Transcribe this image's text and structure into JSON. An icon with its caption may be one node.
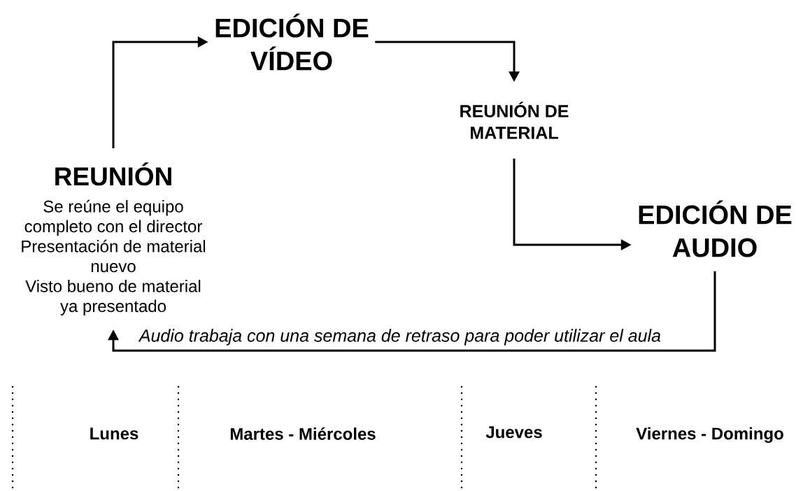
{
  "diagram": {
    "nodes": [
      {
        "text": [
          "REUNIÓN",
          "Se reúne el equipo completo con el director",
          "Presentación de material nuevo",
          "Visto bueno de material ya presentado"
        ]
      },
      {
        "text": [
          "EDICIÓN DE VÍDEO"
        ]
      },
      {
        "text": [
          "REUNIÓN DE MATERIAL"
        ]
      },
      {
        "text": [
          "EDICIÓN DE AUDIO"
        ]
      }
    ],
    "edges": [
      {
        "from": 0,
        "to": 1,
        "arrow": "to"
      },
      {
        "from": 1,
        "to": 2,
        "arrow": "to"
      },
      {
        "from": 2,
        "to": 3,
        "arrow": "to"
      },
      {
        "from": 3,
        "to": 0,
        "arrow": "to",
        "label": "Audio trabaja con una semana de retraso para poder utilizar el aula"
      }
    ],
    "labels": [
      "Lunes",
      "Martes - Miércoles",
      "Jueves",
      "Viernes - Domingo"
    ]
  }
}
